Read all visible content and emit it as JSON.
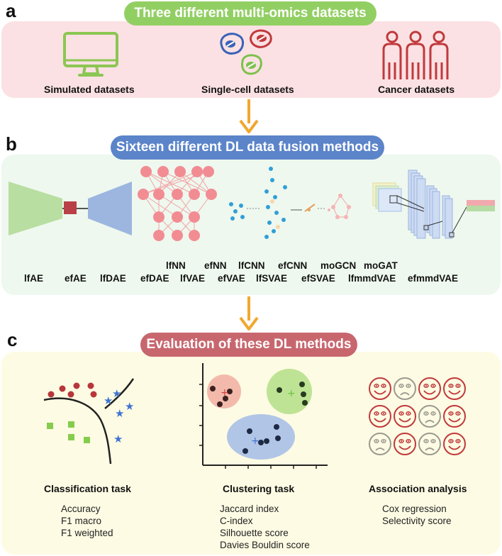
{
  "panel_a": {
    "letter": "a",
    "title": "Three different multi-omics datasets",
    "items": [
      {
        "label": "Simulated datasets",
        "icon": "monitor-icon"
      },
      {
        "label": "Single-cell datasets",
        "icon": "cells-icon"
      },
      {
        "label": "Cancer datasets",
        "icon": "people-icon"
      }
    ],
    "colors": {
      "pill": "#92cf63",
      "panel_bg": "#fbe1e3"
    }
  },
  "panel_b": {
    "letter": "b",
    "title": "Sixteen different DL data fusion methods",
    "methods_row1": [
      "lfNN",
      "efNN",
      "lfCNN",
      "efCNN",
      "moGCN",
      "moGAT"
    ],
    "methods_row2": [
      "lfAE",
      "efAE",
      "lfDAE",
      "efDAE",
      "lfVAE",
      "efVAE",
      "lfSVAE",
      "efSVAE",
      "lfmmdVAE",
      "efmmdVAE"
    ],
    "colors": {
      "pill": "#5b84c9",
      "panel_bg": "#eef8ee"
    }
  },
  "panel_c": {
    "letter": "c",
    "title": "Evaluation of these DL methods",
    "tasks": [
      {
        "title": "Classification task",
        "metrics": [
          "Accuracy",
          "F1 macro",
          "F1 weighted"
        ]
      },
      {
        "title": "Clustering task",
        "metrics": [
          "Jaccard index",
          "C-index",
          "Silhouette score",
          "Davies Bouldin score"
        ]
      },
      {
        "title": "Association analysis",
        "metrics": [
          "Cox regression",
          "Selectivity score"
        ]
      }
    ],
    "colors": {
      "pill": "#c8666e",
      "panel_bg": "#fdfbe3"
    }
  },
  "arrow_color": "#f0a830"
}
